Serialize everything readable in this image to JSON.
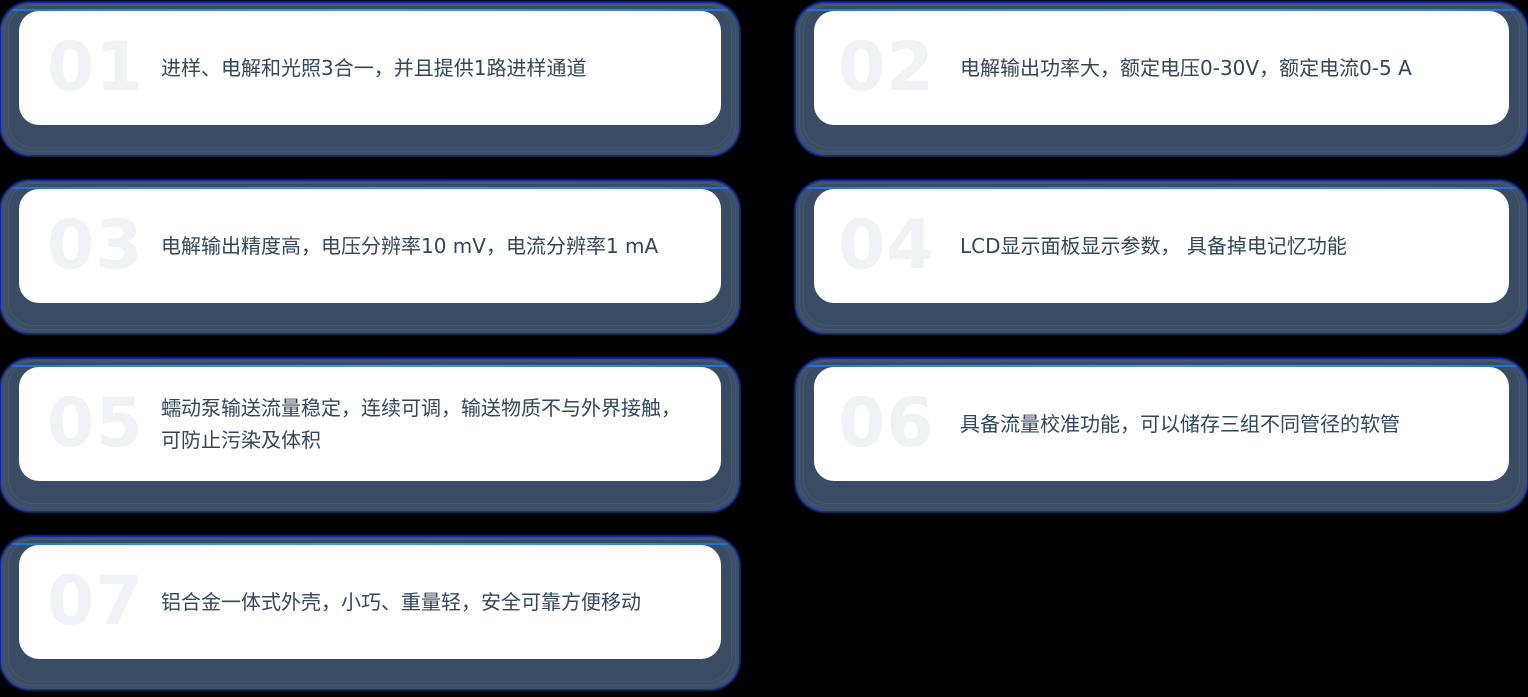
{
  "page": {
    "background_color": "#000000",
    "card_face_color": "#ffffff",
    "card_slab_color": "#3a4c64",
    "card_outline_color": "#1422b4",
    "card_highlight_color": "#3d97f5",
    "number_color": "#f0f2f5",
    "text_color": "#33475c",
    "layout": "two-column feature card grid"
  },
  "cards": [
    {
      "number": "01",
      "text": "进样、电解和光照3合一，并且提供1路进样通道",
      "column": "left",
      "row": 1
    },
    {
      "number": "02",
      "text": "电解输出功率大，额定电压0-30V，额定电流0-5 A",
      "column": "right",
      "row": 1
    },
    {
      "number": "03",
      "text": "电解输出精度高，电压分辨率10 mV，电流分辨率1 mA",
      "column": "left",
      "row": 2
    },
    {
      "number": "04",
      "text": "LCD显示面板显示参数， 具备掉电记忆功能",
      "column": "right",
      "row": 2
    },
    {
      "number": "05",
      "text": "蠕动泵输送流量稳定，连续可调，输送物质不与外界接触，可防止污染及体积",
      "column": "left",
      "row": 3
    },
    {
      "number": "06",
      "text": "具备流量校准功能，可以储存三组不同管径的软管",
      "column": "right",
      "row": 3
    },
    {
      "number": "07",
      "text": "铝合金一体式外壳，小巧、重量轻，安全可靠方便移动",
      "column": "left",
      "row": 4
    }
  ]
}
